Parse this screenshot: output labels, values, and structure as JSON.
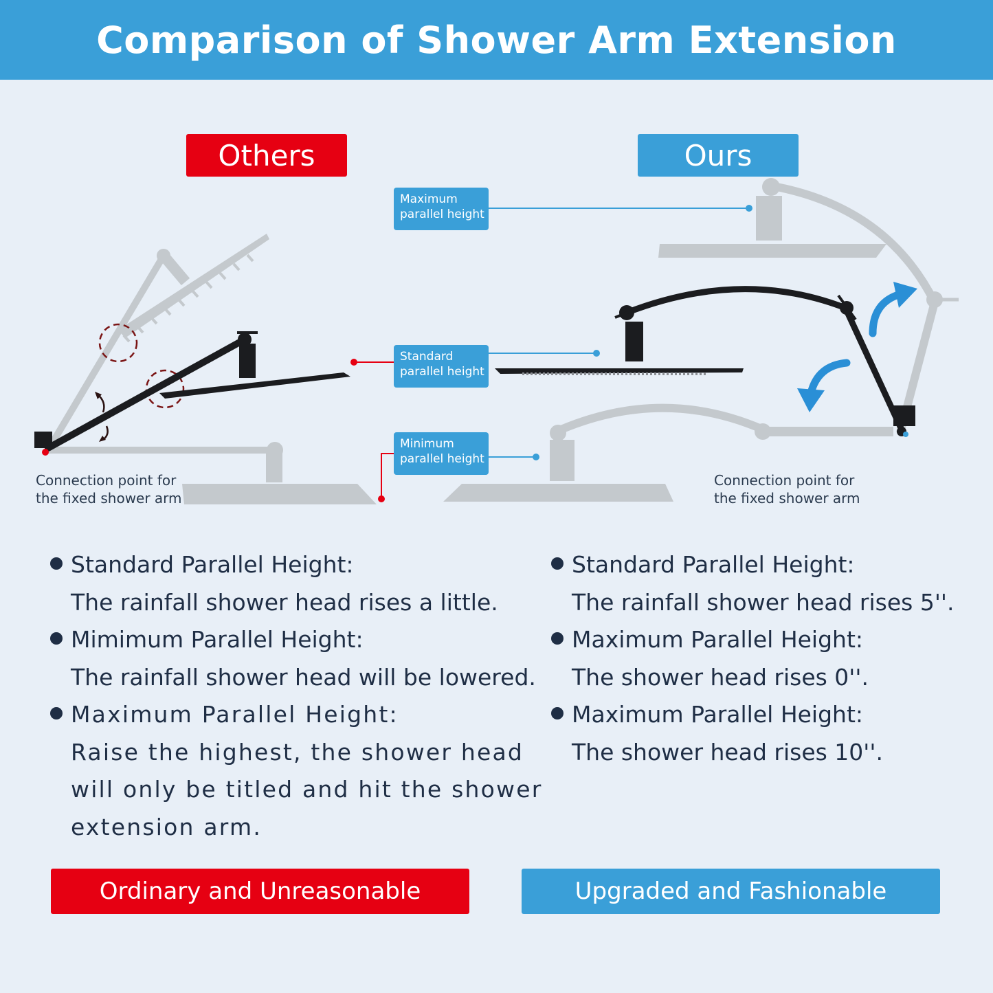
{
  "title": "Comparison of Shower Arm Extension",
  "tags": {
    "others": "Others",
    "ours": "Ours"
  },
  "height_labels": {
    "maximum": [
      "Maximum",
      "parallel height"
    ],
    "standard": [
      "Standard",
      "parallel height"
    ],
    "minimum": [
      "Minimum",
      "parallel height"
    ]
  },
  "connection_label": [
    "Connection point for",
    "the fixed shower arm"
  ],
  "others_points": [
    {
      "title": "Standard Parallel Height:",
      "text": [
        "The rainfall shower head rises a little."
      ]
    },
    {
      "title": "Mimimum Parallel Height:",
      "text": [
        "The rainfall shower head will be lowered."
      ]
    },
    {
      "title": "Maximum Parallel Height:",
      "text": [
        "Raise the highest, the shower head",
        "will only be titled and hit the shower",
        "extension arm."
      ]
    }
  ],
  "ours_points": [
    {
      "title": "Standard Parallel Height:",
      "text": [
        "The rainfall shower head rises 5''."
      ]
    },
    {
      "title": "Maximum Parallel Height:",
      "text": [
        "The shower head rises 0''."
      ]
    },
    {
      "title": "Maximum Parallel Height:",
      "text": [
        "The shower head rises 10''."
      ]
    }
  ],
  "buttons": {
    "others": "Ordinary and Unreasonable",
    "ours": "Upgraded and Fashionable"
  },
  "colors": {
    "blue": "#3a9fd8",
    "red": "#e60012",
    "background": "#e8eff7",
    "text": "#1f2e45",
    "ghost": "#c4c9cd",
    "metal": "#1b1c1f"
  }
}
